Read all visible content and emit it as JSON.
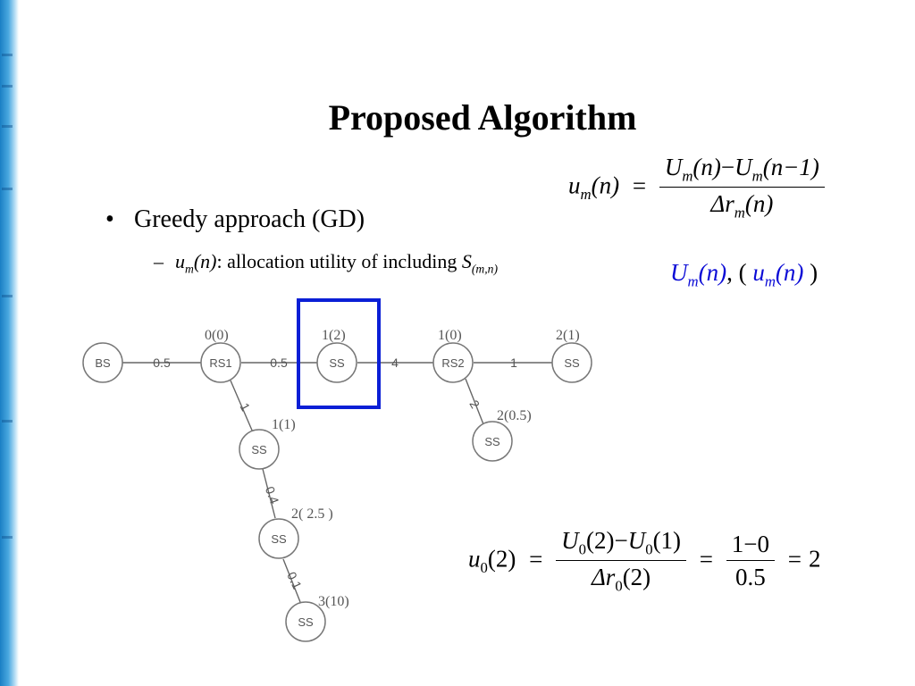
{
  "title": "Proposed Algorithm",
  "bullet": {
    "marker": "•",
    "text": "Greedy approach (GD)"
  },
  "sub": {
    "marker": "–",
    "var": "u",
    "var_sub": "m",
    "arg": "(n)",
    "text": ": allocation utility of including ",
    "s": "S",
    "s_sub": "(m,n)"
  },
  "formula1": {
    "lhs": "u",
    "lhs_sub": "m",
    "lhs_arg": "(n)",
    "eq": "=",
    "num_a": "U",
    "num_a_sub": "m",
    "num_a_arg": "(n)",
    "minus": "−",
    "num_b": "U",
    "num_b_sub": "m",
    "num_b_arg": "(n−1)",
    "den": "Δr",
    "den_sub": "m",
    "den_arg": "(n)"
  },
  "blue_label": {
    "a": "U",
    "a_sub": "m",
    "a_arg": "(n)",
    "sep": ", ( ",
    "b": "u",
    "b_sub": "m",
    "b_arg": "(n)",
    "end": " )"
  },
  "formula2": {
    "lhs": "u",
    "lhs_sub": "0",
    "lhs_arg": "(2)",
    "eq": "=",
    "num_a": "U",
    "num_a_sub": "0",
    "num_a_arg": "(2)",
    "minus": "−",
    "num_b": "U",
    "num_b_sub": "0",
    "num_b_arg": "(1)",
    "den": "Δr",
    "den_sub": "0",
    "den_arg": "(2)",
    "eq2": "=",
    "num2": "1−0",
    "den2": "0.5",
    "eq3": "=",
    "result": "2"
  },
  "graph": {
    "nodes": [
      {
        "label": "BS",
        "value": ""
      },
      {
        "label": "RS1",
        "value": "0(0)"
      },
      {
        "label": "SS",
        "value": "1(2)"
      },
      {
        "label": "RS2",
        "value": "1(0)"
      },
      {
        "label": "SS",
        "value": "2(1)"
      },
      {
        "label": "SS",
        "value": "2(0.5)"
      },
      {
        "label": "SS",
        "value": "1(1)"
      },
      {
        "label": "SS",
        "value": "2( 2.5 )"
      },
      {
        "label": "SS",
        "value": "3(10)"
      }
    ],
    "edges": [
      {
        "weight": "0.5"
      },
      {
        "weight": "0.5"
      },
      {
        "weight": "4"
      },
      {
        "weight": "1"
      },
      {
        "weight": "2"
      },
      {
        "weight": "1"
      },
      {
        "weight": "0.4"
      },
      {
        "weight": "0.1"
      }
    ],
    "highlight_color": "#0b1fd6"
  }
}
